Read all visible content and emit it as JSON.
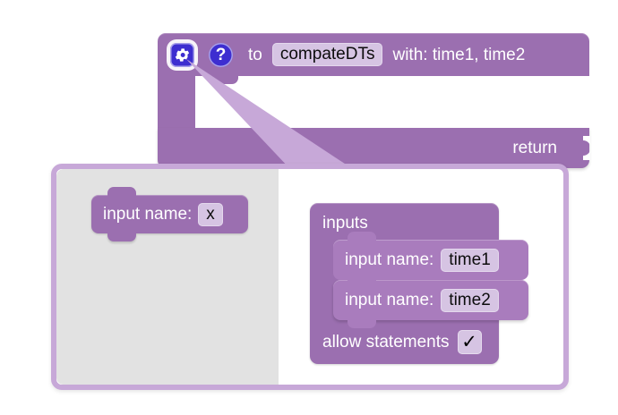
{
  "colors": {
    "block_purple": "#9b6fb0",
    "block_purple_light": "#a97cbd",
    "field_lavender": "#d6c4e3",
    "bubble_border": "#c7a8d8",
    "flyout_gray": "#e2e2e2",
    "icon_blue": "#3d2ed0",
    "text_white": "#ffffff",
    "text_black": "#0d0d0d"
  },
  "procedure_block": {
    "mutator_icon": "gear-icon",
    "help_icon": "question-mark-icon",
    "to_label": "to",
    "name_field": "compateDTs",
    "with_label": "with: time1, time2",
    "return_label": "return"
  },
  "mutator_bubble": {
    "flyout": {
      "blocks": [
        {
          "label": "input name:",
          "field": "x"
        }
      ]
    },
    "workspace": {
      "container_label": "inputs",
      "inputs": [
        {
          "label": "input name:",
          "field": "time1"
        },
        {
          "label": "input name:",
          "field": "time2"
        }
      ],
      "allow_statements_label": "allow statements",
      "allow_statements_checked": "✓"
    }
  }
}
